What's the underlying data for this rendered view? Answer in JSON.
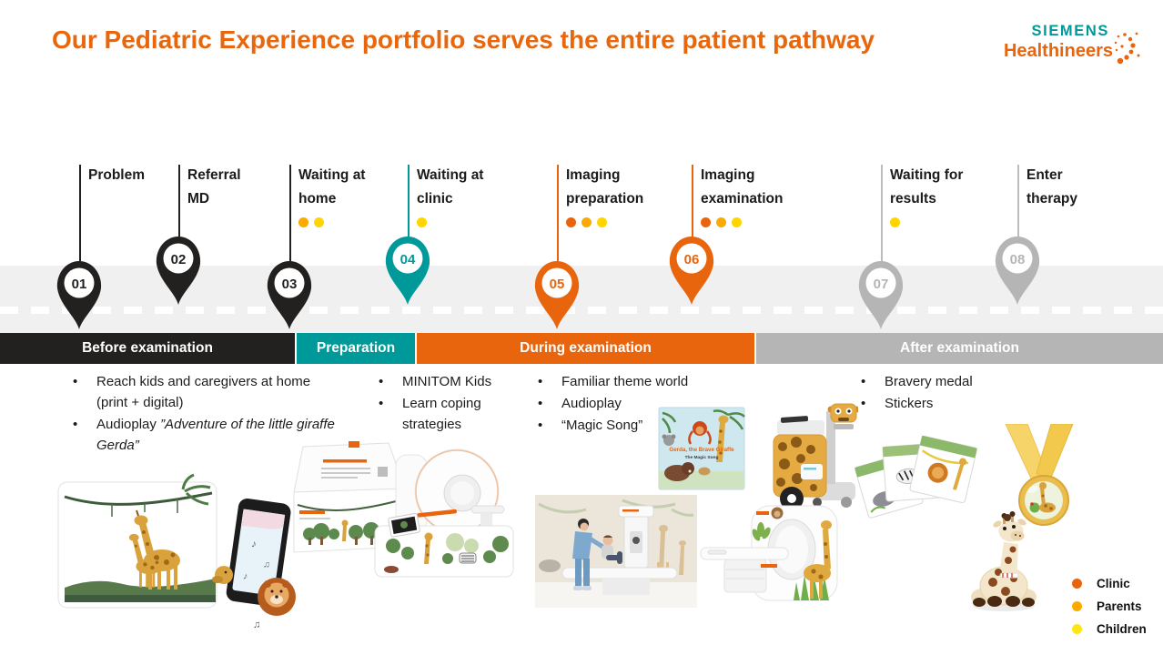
{
  "slide": {
    "title": "Our Pediatric Experience portfolio serves the entire patient pathway"
  },
  "logo": {
    "line1": "SIEMENS",
    "line2": "Healthineers"
  },
  "colors": {
    "title_orange": "#e8660c",
    "phase_black": "#232020",
    "phase_teal": "#009999",
    "phase_orange": "#e8650d",
    "phase_gray": "#b5b5b5",
    "road_gray": "#f0f0f0",
    "dot_clinic": "#e8650d",
    "dot_parents": "#fbab00",
    "dot_children": "#ffd500",
    "legend_children": "#ffe512"
  },
  "stages": [
    {
      "number": "01",
      "label": "Problem",
      "phase": "before",
      "dots": []
    },
    {
      "number": "02",
      "label": "Referral MD",
      "phase": "before",
      "dots": []
    },
    {
      "number": "03",
      "label": "Waiting at home",
      "phase": "before",
      "dots": [
        "parents",
        "children"
      ]
    },
    {
      "number": "04",
      "label": "Waiting at clinic",
      "phase": "preparation",
      "dots": [
        "children"
      ]
    },
    {
      "number": "05",
      "label": "Imaging preparation",
      "phase": "during",
      "dots": [
        "clinic",
        "parents",
        "children"
      ]
    },
    {
      "number": "06",
      "label": "Imaging examination",
      "phase": "during",
      "dots": [
        "clinic",
        "parents",
        "children"
      ]
    },
    {
      "number": "07",
      "label": "Waiting for results",
      "phase": "after",
      "dots": [
        "children"
      ]
    },
    {
      "number": "08",
      "label": "Enter therapy",
      "phase": "after",
      "dots": []
    }
  ],
  "bands": [
    {
      "label": "Before examination"
    },
    {
      "label": "Preparation"
    },
    {
      "label": "During examination"
    },
    {
      "label": "After examination"
    }
  ],
  "columns": {
    "before": {
      "bullet1": "Reach kids and caregivers at home (print + digital)",
      "bullet2_prefix": "Audioplay ",
      "bullet2_italic": "”Adventure of the little giraffe Gerda”"
    },
    "preparation": {
      "bullets": [
        "MINITOM Kids",
        "Learn coping strategies"
      ]
    },
    "during": {
      "bullets": [
        "Familiar theme world",
        "Audioplay",
        "“Magic Song”"
      ]
    },
    "after": {
      "bullets": [
        "Bravery medal",
        "Stickers"
      ]
    }
  },
  "book": {
    "title_line1": "Gerda, the Brave Giraffe",
    "title_line2": "The Magic Song"
  },
  "legend": [
    {
      "label": "Clinic"
    },
    {
      "label": "Parents"
    },
    {
      "label": "Children"
    }
  ]
}
